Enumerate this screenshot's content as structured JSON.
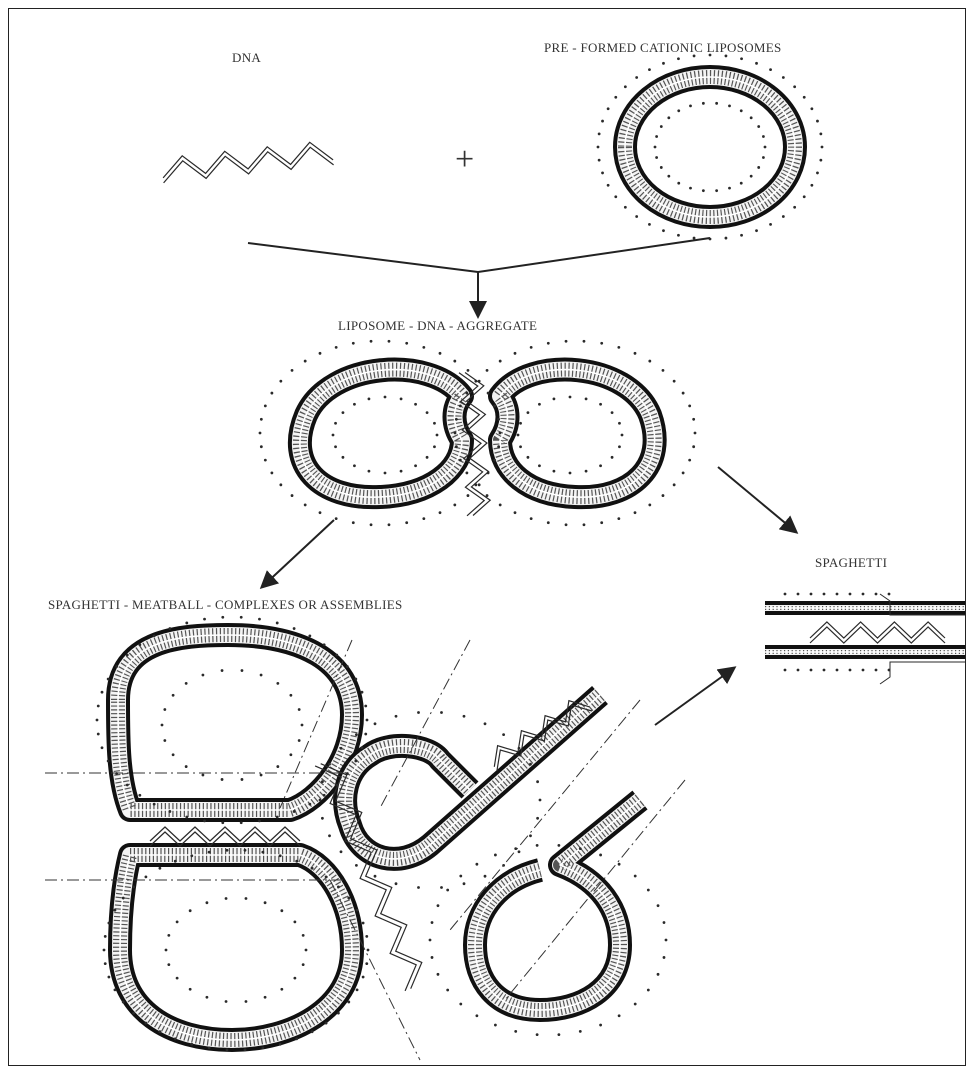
{
  "labels": {
    "dna": "DNA",
    "liposomes": "PRE - FORMED CATIONIC LIPOSOMES",
    "plus": "+",
    "aggregate": "LIPOSOME - DNA - AGGREGATE",
    "spaghetti": "SPAGHETTI",
    "complexes": "SPAGHETTI - MEATBALL - COMPLEXES OR ASSEMBLIES"
  },
  "colors": {
    "ink": "#2a2a2a",
    "membrane_dark": "#111111",
    "membrane_light": "#f4f4f4"
  }
}
